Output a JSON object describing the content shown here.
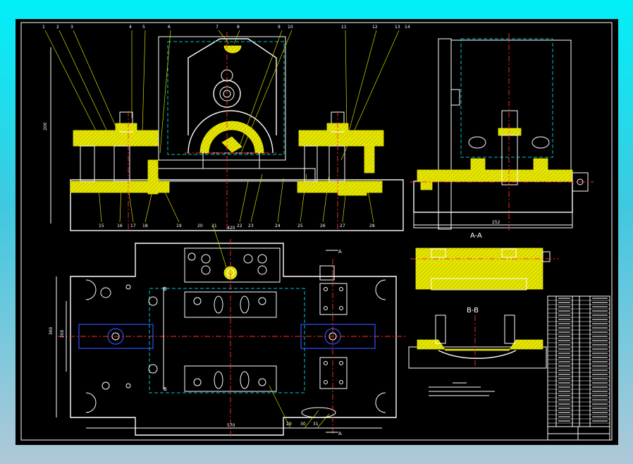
{
  "drawing": {
    "section_a_label": "A-A",
    "section_b_label": "B-B",
    "cut_mark_a": "A",
    "cut_mark_b": "B",
    "dimensions": {
      "front_width": "420",
      "plan_width": "570",
      "side_width": "252",
      "plan_height": "360",
      "plan_height_inner": "200",
      "front_height": "200"
    },
    "balloons_top": [
      "1",
      "2",
      "3",
      "4",
      "5",
      "6",
      "7",
      "8",
      "9",
      "10",
      "11",
      "12",
      "13",
      "14"
    ],
    "balloons_bottom": [
      "15",
      "16",
      "17",
      "18",
      "19",
      "20",
      "21",
      "22",
      "23",
      "24",
      "25",
      "26",
      "27",
      "28"
    ],
    "balloons_plan": [
      "29",
      "30",
      "31"
    ]
  },
  "colors": {
    "background_gradient_top": "#00f0f8",
    "sheet": "#000000",
    "outline": "#ffffff",
    "section_hatch": "#e6e600",
    "centerline": "#ff3030",
    "hidden_line": "#00c8c8",
    "leader": "#d8d800",
    "part_blue": "#3050ff"
  }
}
